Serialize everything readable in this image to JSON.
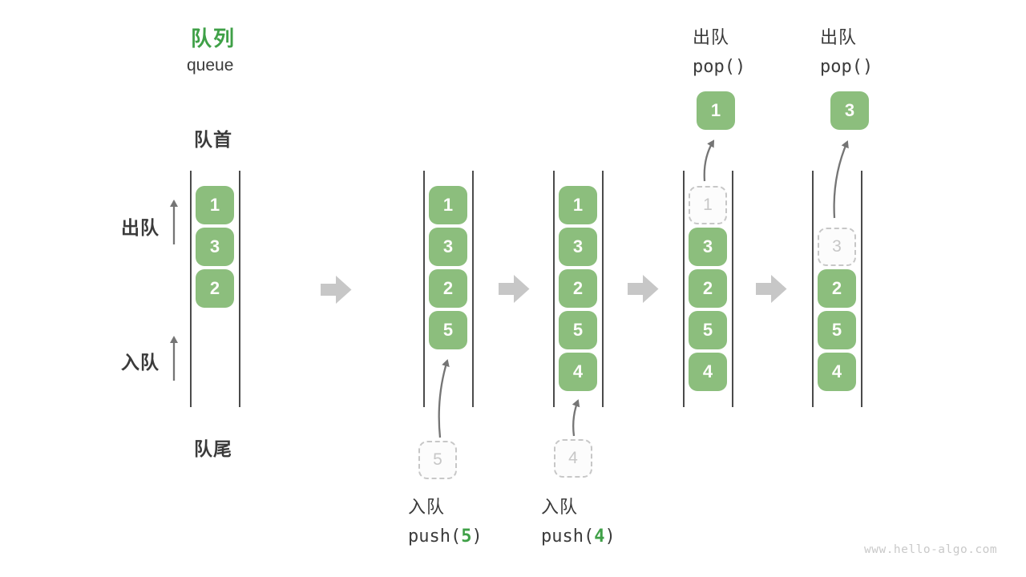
{
  "title": {
    "zh": "队列",
    "en": "queue"
  },
  "side_labels": {
    "front": "队首",
    "rear": "队尾",
    "dequeue": "出队",
    "enqueue": "入队"
  },
  "columns": [
    {
      "cells": [
        {
          "row": 0,
          "v": "1",
          "state": "filled"
        },
        {
          "row": 1,
          "v": "3",
          "state": "filled"
        },
        {
          "row": 2,
          "v": "2",
          "state": "filled"
        }
      ]
    },
    {
      "cells": [
        {
          "row": 0,
          "v": "1",
          "state": "filled"
        },
        {
          "row": 1,
          "v": "3",
          "state": "filled"
        },
        {
          "row": 2,
          "v": "2",
          "state": "filled"
        },
        {
          "row": 3,
          "v": "5",
          "state": "filled"
        }
      ],
      "incoming": {
        "v": "5"
      },
      "op": {
        "title": "入队",
        "call_pre": "push(",
        "call_val": "5",
        "call_post": ")"
      }
    },
    {
      "cells": [
        {
          "row": 0,
          "v": "1",
          "state": "filled"
        },
        {
          "row": 1,
          "v": "3",
          "state": "filled"
        },
        {
          "row": 2,
          "v": "2",
          "state": "filled"
        },
        {
          "row": 3,
          "v": "5",
          "state": "filled"
        },
        {
          "row": 4,
          "v": "4",
          "state": "filled"
        }
      ],
      "incoming": {
        "v": "4"
      },
      "op": {
        "title": "入队",
        "call_pre": "push(",
        "call_val": "4",
        "call_post": ")"
      }
    },
    {
      "cells": [
        {
          "row": 0,
          "v": "1",
          "state": "ghost"
        },
        {
          "row": 1,
          "v": "3",
          "state": "filled"
        },
        {
          "row": 2,
          "v": "2",
          "state": "filled"
        },
        {
          "row": 3,
          "v": "5",
          "state": "filled"
        },
        {
          "row": 4,
          "v": "4",
          "state": "filled"
        }
      ],
      "popped": {
        "v": "1"
      },
      "op": {
        "title": "出队",
        "call_pre": "pop()",
        "call_val": "",
        "call_post": ""
      }
    },
    {
      "cells": [
        {
          "row": 1,
          "v": "3",
          "state": "ghost"
        },
        {
          "row": 2,
          "v": "2",
          "state": "filled"
        },
        {
          "row": 3,
          "v": "5",
          "state": "filled"
        },
        {
          "row": 4,
          "v": "4",
          "state": "filled"
        }
      ],
      "popped": {
        "v": "3"
      },
      "op": {
        "title": "出队",
        "call_pre": "pop()",
        "call_val": "",
        "call_post": ""
      }
    }
  ],
  "footer": "www.hello-algo.com",
  "colors": {
    "cell_green": "#8cbe7d",
    "accent_green": "#3fa047",
    "dark_text": "#3b3b3b",
    "ghost_gray": "#c7c7c7",
    "block_arrow_gray": "#c7c7c7",
    "flow_arrow_gray": "#757575",
    "wall_line": "#4b4b4b",
    "footer_gray": "#c9c9c9"
  }
}
